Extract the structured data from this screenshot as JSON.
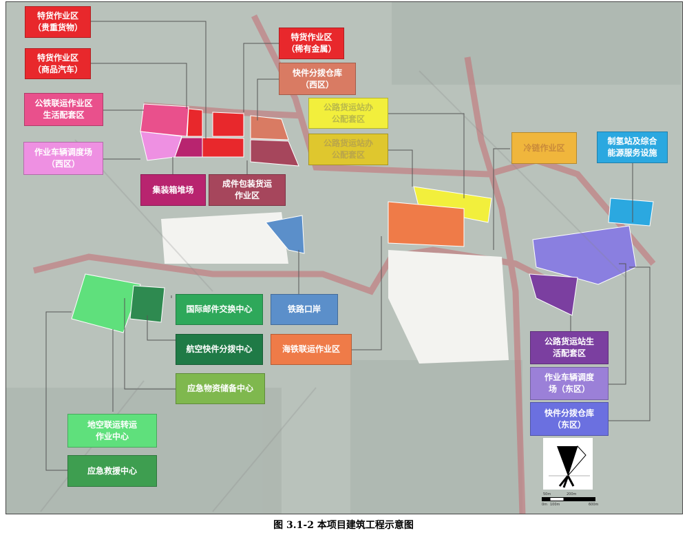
{
  "caption": "图 3.1-2  本项目建筑工程示意图",
  "labels": {
    "valuable": "特货作业区\n（贵重货物）",
    "vehicles": "特货作业区\n（商品汽车）",
    "rail_road_living": "公铁联运作业区\n生活配套区",
    "dispatch_west": "作业车辆调度场\n（西区）",
    "container_yard": "集装箱堆场",
    "packaged_freight": "成件包装货运\n作业区",
    "rare_metal": "特货作业区\n（稀有金属）",
    "express_west": "快件分拨仓库\n（西区）",
    "road_office_1": "公路货运站办\n公配套区",
    "road_office_2": "公路货运站办\n公配套区",
    "cold_chain": "冷链作业区",
    "hydrogen": "制氢站及综合\n能源服务设施",
    "intl_mail": "国际邮件交换中心",
    "rail_port": "铁路口岸",
    "air_express": "航空快件分拨中心",
    "sea_rail": "海铁联运作业区",
    "emergency_storage": "应急物资储备中心",
    "air_ground": "地空联运转运\n作业中心",
    "rescue": "应急救援中心",
    "road_living": "公路货运站生\n活配套区",
    "dispatch_east": "作业车辆调度\n场（东区）",
    "express_east": "快件分拨仓库\n（东区）"
  },
  "scale_bar": {
    "top": [
      "50m",
      "200m"
    ],
    "bottom": [
      "0m",
      "100m",
      "600m"
    ]
  },
  "colors": {
    "special_cargo": "#e8282c",
    "rail_living": "#e9508c",
    "dispatch_west": "#ee90e2",
    "container": "#b8246f",
    "packaged": "#a6465c",
    "express_west": "#d97b63",
    "road_office_1": "#f2ef3c",
    "road_office_2": "#dfc72e",
    "cold_chain": "#f0b63c",
    "hydrogen": "#2ba8e0",
    "intl_mail": "#2ea85a",
    "rail_port": "#5b8fca",
    "air_express": "#1f7a46",
    "sea_rail": "#ef7b48",
    "emergency_storage": "#7fb84e",
    "air_ground": "#5fe07c",
    "rescue": "#3e9e50",
    "road_living": "#7b3fa0",
    "dispatch_east": "#9b80d8",
    "express_east": "#6b70e0"
  }
}
